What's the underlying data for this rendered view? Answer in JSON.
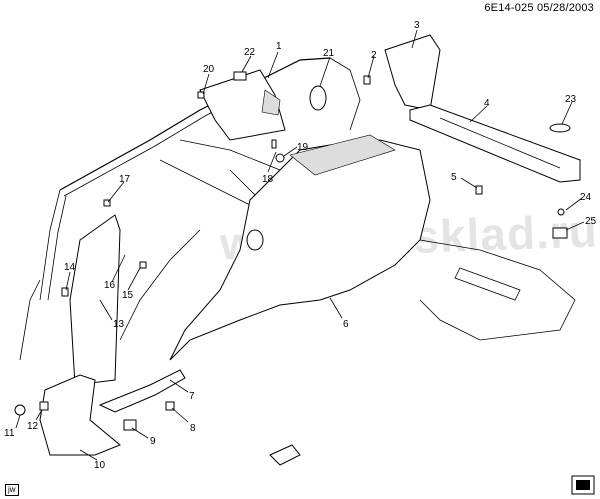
{
  "header": {
    "doc_code": "6E14-025",
    "date": "05/28/2003"
  },
  "footer_code": "jw",
  "watermark": "www.gmsklad.ru",
  "callouts": [
    "1",
    "2",
    "3",
    "4",
    "5",
    "6",
    "7",
    "8",
    "9",
    "10",
    "11",
    "12",
    "13",
    "14",
    "15",
    "16",
    "17",
    "18",
    "19",
    "20",
    "21",
    "22",
    "23",
    "24",
    "25"
  ]
}
